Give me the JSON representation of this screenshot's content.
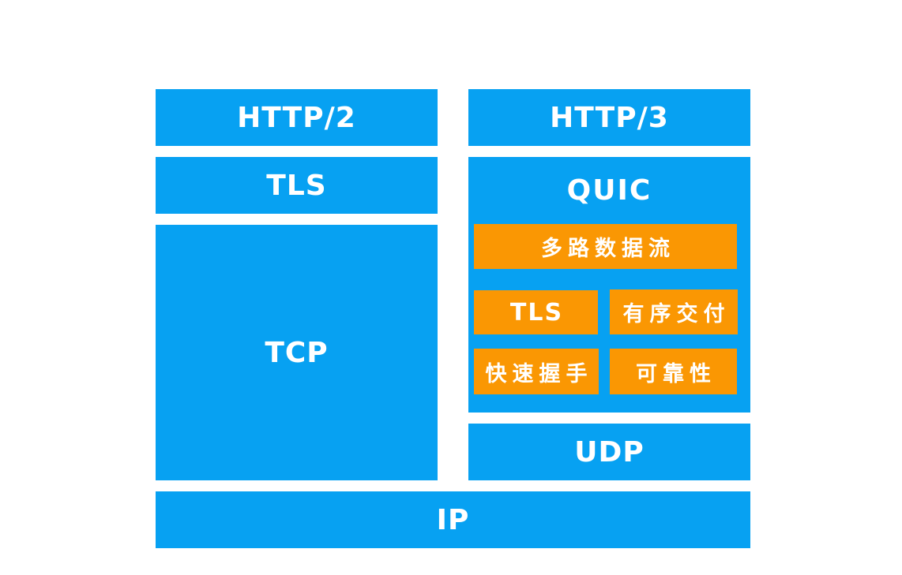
{
  "colors": {
    "box_blue": "#07a1f2",
    "chip_orange": "#fa9703",
    "label_text": "#ffffff",
    "background": "#ffffff"
  },
  "diagram": {
    "left_stack": {
      "http2": "HTTP/2",
      "tls": "TLS",
      "tcp": "TCP"
    },
    "right_stack": {
      "http3": "HTTP/3",
      "quic": {
        "title": "QUIC",
        "features": {
          "multiplexed_streams": "多路数据流",
          "tls": "TLS",
          "ordered_delivery": "有序交付",
          "fast_handshake": "快速握手",
          "reliability": "可靠性"
        }
      },
      "udp": "UDP"
    },
    "ip": "IP"
  }
}
